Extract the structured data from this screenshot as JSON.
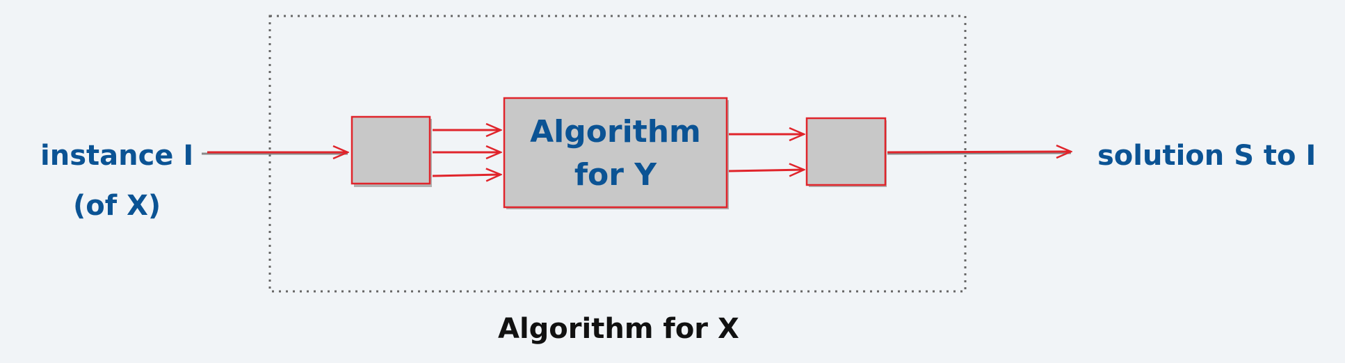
{
  "input": {
    "line1": "instance I",
    "line2": "(of X)"
  },
  "inner_box": {
    "line1": "Algorithm",
    "line2": "for Y"
  },
  "output": {
    "label": "solution S to I"
  },
  "outer_box": {
    "label": "Algorithm for X"
  },
  "colors": {
    "background": "#f1f4f7",
    "label_blue": "#0b5394",
    "box_fill": "#c8c8c8",
    "border_red": "#e0242b",
    "arrow_red": "#e0242b",
    "dotted_gray": "#666666"
  }
}
